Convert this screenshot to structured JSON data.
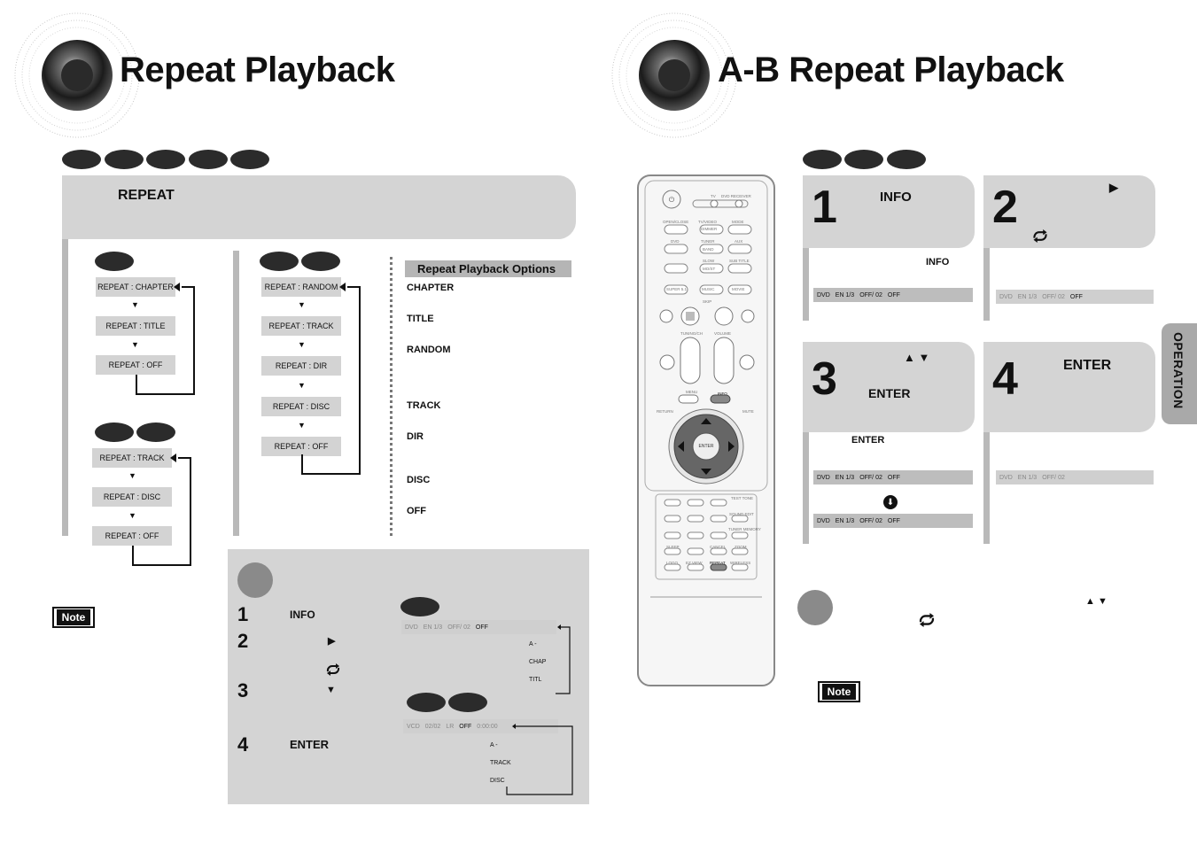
{
  "left_page": {
    "title": "Repeat Playback",
    "header_label": "REPEAT",
    "chapter_flow": [
      "REPEAT : CHAPTER",
      "REPEAT : TITLE",
      "REPEAT : OFF"
    ],
    "track_flow_a": [
      "REPEAT : TRACK",
      "REPEAT : DISC",
      "REPEAT : OFF"
    ],
    "random_flow": [
      "REPEAT : RANDOM",
      "REPEAT : TRACK",
      "REPEAT : DIR",
      "REPEAT : DISC",
      "REPEAT : OFF"
    ],
    "options_title": "Repeat Playback Options",
    "options": [
      "CHAPTER",
      "TITLE",
      "RANDOM",
      "TRACK",
      "DIR",
      "DISC",
      "OFF"
    ],
    "note_label": "Note",
    "steps": [
      {
        "num": "1",
        "text": "INFO"
      },
      {
        "num": "2",
        "text": "▶"
      },
      {
        "num": "3",
        "text": "▼"
      },
      {
        "num": "4",
        "text": "ENTER"
      }
    ],
    "dvd_osd": {
      "items": [
        "DVD",
        "EN 1/3",
        "OFF/ 02",
        "OFF"
      ],
      "menu": [
        "OFF",
        "A -",
        "CHAP",
        "TITL"
      ]
    },
    "vcd_osd": {
      "items": [
        "VCD",
        "02/02",
        "LR",
        "OFF",
        "0:00:00"
      ],
      "menu": [
        "OFF",
        "A -",
        "TRACK",
        "DISC"
      ]
    }
  },
  "right_page": {
    "title": "A-B Repeat Playback",
    "steps": [
      {
        "num": "1",
        "text": "INFO",
        "sub": "INFO"
      },
      {
        "num": "2",
        "text": "▶"
      },
      {
        "num": "3",
        "text": "▲ ▼",
        "sub": "ENTER",
        "sub2": "ENTER"
      },
      {
        "num": "4",
        "text": "ENTER"
      }
    ],
    "osd_row": [
      "DVD",
      "EN 1/3",
      "OFF/ 02",
      "OFF"
    ],
    "note_label": "Note",
    "tab_label": "OPERATION"
  },
  "remote": {
    "labels": [
      "TV",
      "DVD RECEIVER",
      "OPEN/CLOSE",
      "TV/VIDEO",
      "DIMMER",
      "MODE",
      "DVD",
      "TUNER",
      "AUX",
      "BAND",
      "SUB TITLE",
      "SLOW",
      "MO/ST",
      "SUPER 5.1",
      "MUSIC",
      "MOVIE",
      "SKIP",
      "TUNING/CH",
      "VOLUME",
      "MENU",
      "INFO",
      "RETURN",
      "MUTE",
      "ENTER",
      "TEST TONE",
      "SOUND EDIT",
      "TUNER MEMORY",
      "SLEEP",
      "CANCEL",
      "ZOOM",
      "LOGO",
      "EZ VIEW",
      "REPEAT",
      "WIRELESS"
    ]
  },
  "colors": {
    "panel_gray": "#d4d4d4",
    "bar_gray": "#b9b9b9",
    "dark": "#2b2b2b"
  }
}
